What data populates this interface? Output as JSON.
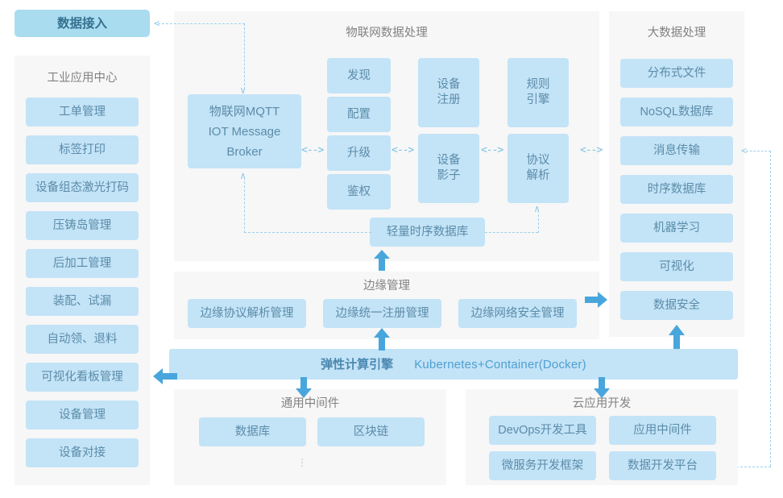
{
  "diagram": {
    "title_bar": {
      "label": "数据接入"
    },
    "sections": {
      "industrial_app_center": {
        "title": "工业应用中心",
        "items": [
          "工单管理",
          "标签打印",
          "设备组态激光打码",
          "压铸岛管理",
          "后加工管理",
          "装配、试漏",
          "自动领、退料",
          "可视化看板管理",
          "设备管理",
          "设备对接"
        ]
      },
      "iot_data_processing": {
        "title": "物联网数据处理",
        "broker": "物联网MQTT\nIOT Message\nBroker",
        "col_a": [
          "发现",
          "配置",
          "升级",
          "鉴权"
        ],
        "col_b": [
          "设备\n注册",
          "设备\n影子"
        ],
        "col_c": [
          "规则\n引擎",
          "协议\n解析"
        ],
        "tsdb": "轻量时序数据库"
      },
      "big_data_processing": {
        "title": "大数据处理",
        "items": [
          "分布式文件",
          "NoSQL数据库",
          "消息传输",
          "时序数据库",
          "机器学习",
          "可视化",
          "数据安全"
        ]
      },
      "edge_management": {
        "title": "边缘管理",
        "items": [
          "边缘协议解析管理",
          "边缘统一注册管理",
          "边缘网络安全管理"
        ]
      },
      "compute_engine": {
        "label_primary": "弹性计算引擎",
        "label_secondary": "Kubernetes+Container(Docker)"
      },
      "common_middleware": {
        "title": "通用中间件",
        "items": [
          "数据库",
          "区块链"
        ],
        "more": "⋮"
      },
      "cloud_app_dev": {
        "title": "云应用开发",
        "items": [
          "DevOps开发工具",
          "应用中间件",
          "微服务开发框架",
          "数据开发平台"
        ]
      }
    },
    "connectors": {
      "bidi_glyph": "<-->",
      "caret_up": "∧",
      "caret_down": "∨",
      "caret_left": "<"
    },
    "colors": {
      "panel_bg": "#f7f7f7",
      "box_fill": "#c3e3f7",
      "pill_fill": "#aadcf0",
      "box_text": "#5b8ca9",
      "title_text": "#828282",
      "arrow_solid": "#49a6dd",
      "arrow_dashed": "#9fd0ea"
    }
  }
}
